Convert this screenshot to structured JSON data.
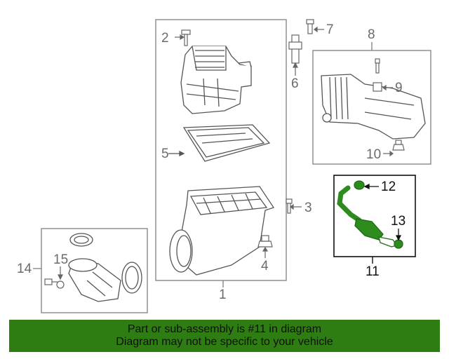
{
  "diagram": {
    "callouts": {
      "c1": "1",
      "c2": "2",
      "c3": "3",
      "c4": "4",
      "c5": "5",
      "c6": "6",
      "c7": "7",
      "c8": "8",
      "c9": "9",
      "c10": "10",
      "c11": "11",
      "c12": "12",
      "c13": "13",
      "c14": "14",
      "c15": "15"
    },
    "highlight_color": "#2e8b1e"
  },
  "banner": {
    "line1": "Part or sub-assembly is #11 in diagram",
    "line2": "Diagram may not be specific to your vehicle",
    "background": "#2e7d12"
  }
}
